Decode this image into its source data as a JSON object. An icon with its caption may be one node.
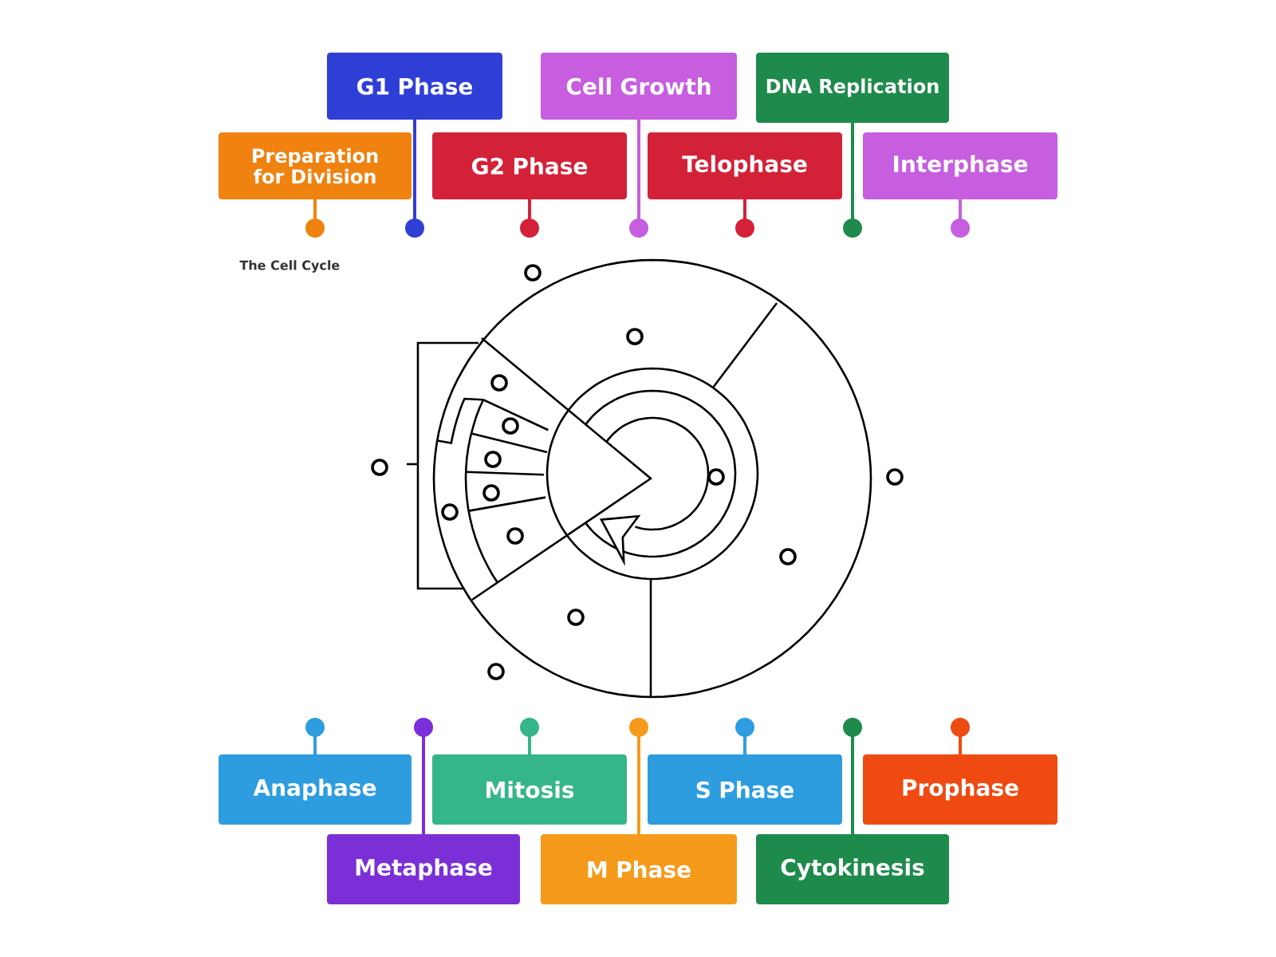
{
  "diagram": {
    "title": "The Cell Cycle",
    "nodes": [
      {
        "text": [
          "G1 Phase"
        ]
      },
      {
        "text": [
          "Cell Growth"
        ]
      },
      {
        "text": [
          "DNA Replication"
        ]
      },
      {
        "text": [
          "Preparation for Division"
        ]
      },
      {
        "text": [
          "G2 Phase"
        ]
      },
      {
        "text": [
          "Telophase"
        ]
      },
      {
        "text": [
          "Interphase"
        ]
      },
      {
        "text": [],
        "shape": "circle"
      },
      {
        "text": [],
        "shape": "circle"
      },
      {
        "text": [],
        "shape": "circle"
      },
      {
        "text": [],
        "shape": "circle"
      },
      {
        "text": [],
        "shape": "circle"
      },
      {
        "text": [],
        "shape": "circle"
      },
      {
        "text": [],
        "shape": "circle"
      },
      {
        "text": [],
        "shape": "circle"
      },
      {
        "text": [],
        "shape": "circle"
      },
      {
        "text": [],
        "shape": "circle"
      },
      {
        "text": [],
        "shape": "circle"
      },
      {
        "text": [],
        "shape": "circle"
      },
      {
        "text": [],
        "shape": "circle"
      },
      {
        "text": [],
        "shape": "circle"
      },
      {
        "text": [
          "Anaphase"
        ]
      },
      {
        "text": [
          "Mitosis"
        ]
      },
      {
        "text": [
          "S Phase"
        ]
      },
      {
        "text": [
          "Prophase"
        ]
      },
      {
        "text": [
          "Metaphase"
        ]
      },
      {
        "text": [
          "M Phase"
        ]
      },
      {
        "text": [
          "Cytokinesis"
        ]
      }
    ]
  }
}
